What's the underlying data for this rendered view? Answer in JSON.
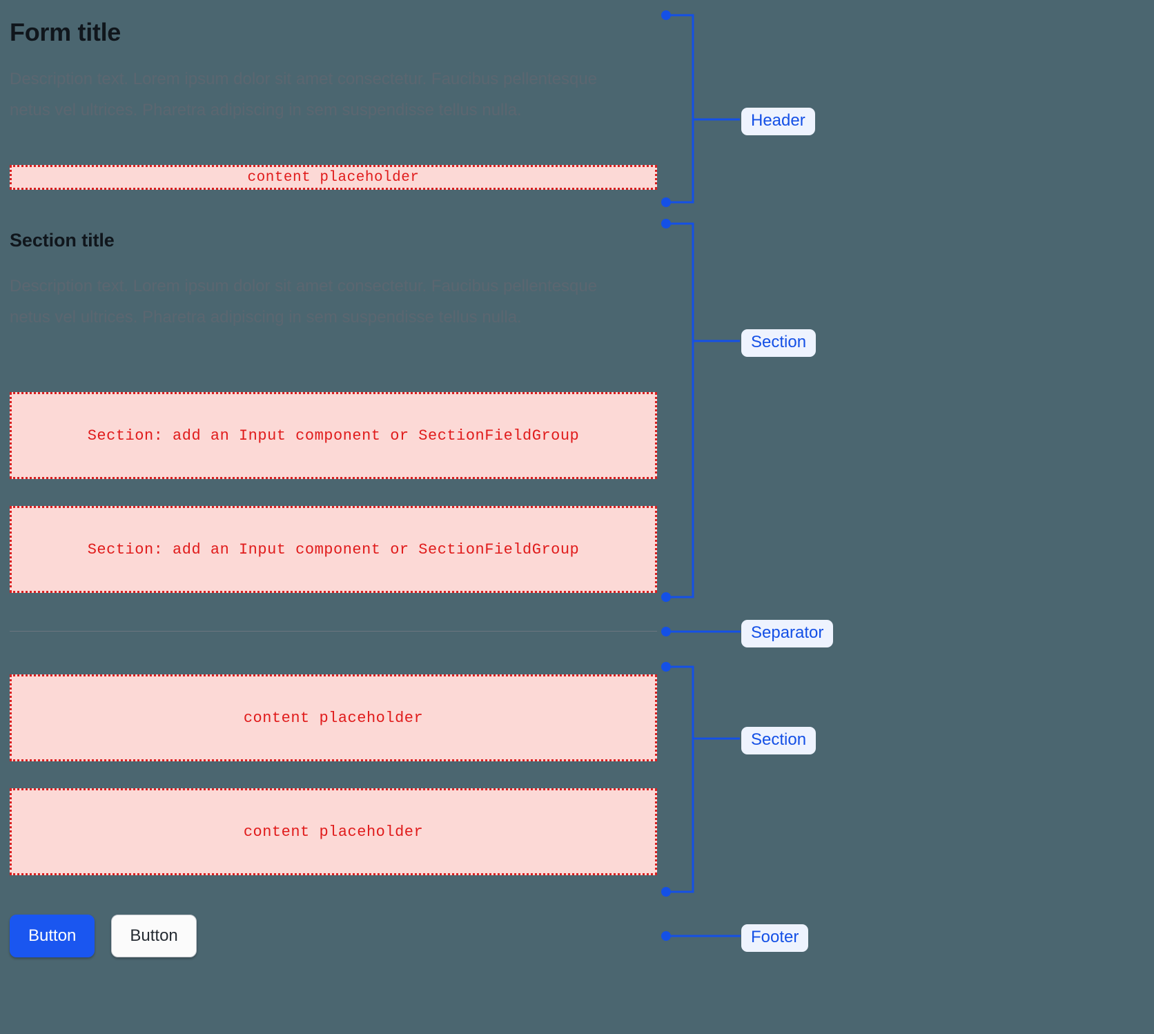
{
  "theme": {
    "background": "#4b6670",
    "annotation_blue": "#1450e6",
    "annotation_pill_bg": "#eef3fe",
    "placeholder_bg": "#fcd9d6",
    "placeholder_border": "#d81f20",
    "placeholder_text": "#e01b1b",
    "primary_button_bg": "#1a56f0",
    "secondary_button_bg": "#fbfbfb",
    "separator_color": "#6b7680",
    "heading_color": "#10161c",
    "description_color": "#5b6670"
  },
  "header": {
    "title": "Form title",
    "description": "Description text. Lorem ipsum dolor sit amet consectetur. Faucibus pellentesque netus vel ultrices. Pharetra adipiscing in sem suspendisse tellus nulla.",
    "placeholder": "content placeholder"
  },
  "section": {
    "title": "Section title",
    "description": "Description text. Lorem ipsum dolor sit amet consectetur. Faucibus pellentesque netus vel ultrices. Pharetra adipiscing in sem suspendisse tellus nulla.",
    "field_placeholders": [
      "Section: add an Input component or SectionFieldGroup",
      "Section: add an Input component or SectionFieldGroup"
    ]
  },
  "lower_section": {
    "placeholders": [
      "content placeholder",
      "content placeholder"
    ]
  },
  "footer": {
    "buttons": [
      {
        "label": "Button",
        "variant": "primary"
      },
      {
        "label": "Button",
        "variant": "secondary"
      }
    ]
  },
  "annotations": [
    {
      "label": "Header",
      "style": "bracket"
    },
    {
      "label": "Section",
      "style": "bracket"
    },
    {
      "label": "Separator",
      "style": "line"
    },
    {
      "label": "Section",
      "style": "bracket"
    },
    {
      "label": "Footer",
      "style": "line"
    }
  ]
}
